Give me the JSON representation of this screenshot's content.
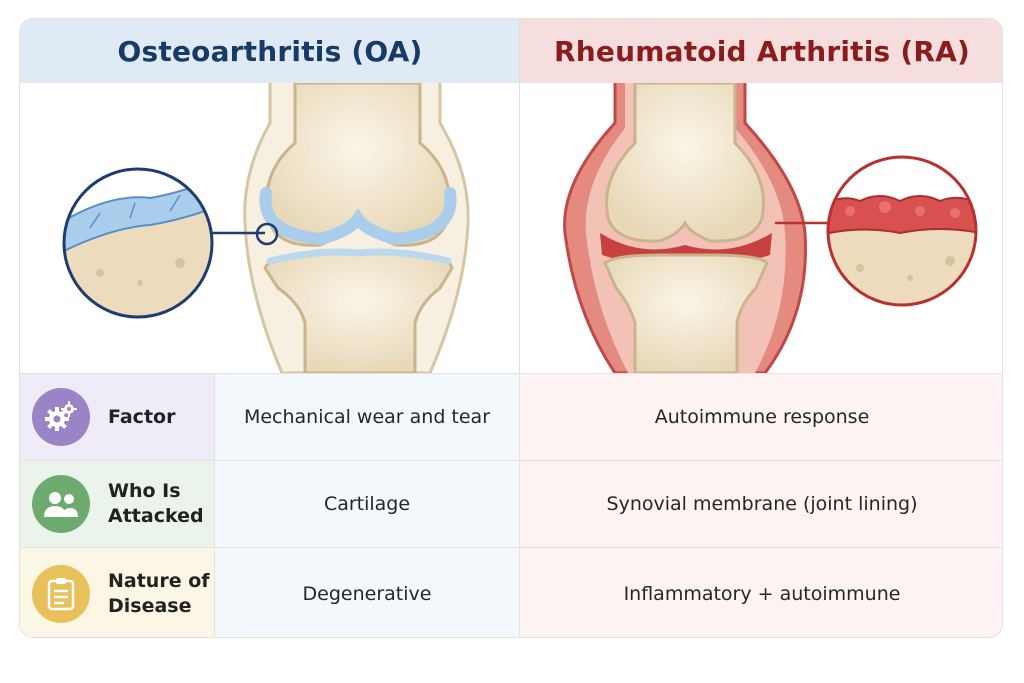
{
  "headers": {
    "oa_title": "Osteoarthritis (OA)",
    "ra_title": "Rheumatoid Arthritis (RA)"
  },
  "rows": [
    {
      "label_line1": "Factor",
      "label_line2": "",
      "icon": "gears-icon",
      "oa": "Mechanical wear and tear",
      "ra": "Autoimmune response"
    },
    {
      "label_line1": "Who Is",
      "label_line2": "Attacked",
      "icon": "people-icon",
      "oa": "Cartilage",
      "ra": "Synovial membrane (joint lining)"
    },
    {
      "label_line1": "Nature of",
      "label_line2": "Disease",
      "icon": "clipboard-icon",
      "oa": "Degenerative",
      "ra": "Inflammatory + autoimmune"
    }
  ],
  "colors": {
    "oa_header_bg": "#dfeaf5",
    "oa_title": "#173a68",
    "ra_header_bg": "#f6dede",
    "ra_title": "#8b1c1c",
    "factor_icon": "#9b84c6",
    "attacked_icon": "#6faa6e",
    "nature_icon": "#e8c15a",
    "cartilage_blue": "#a9cdeb",
    "inflamed_red": "#d85050",
    "bone": "#f2e6cf"
  }
}
